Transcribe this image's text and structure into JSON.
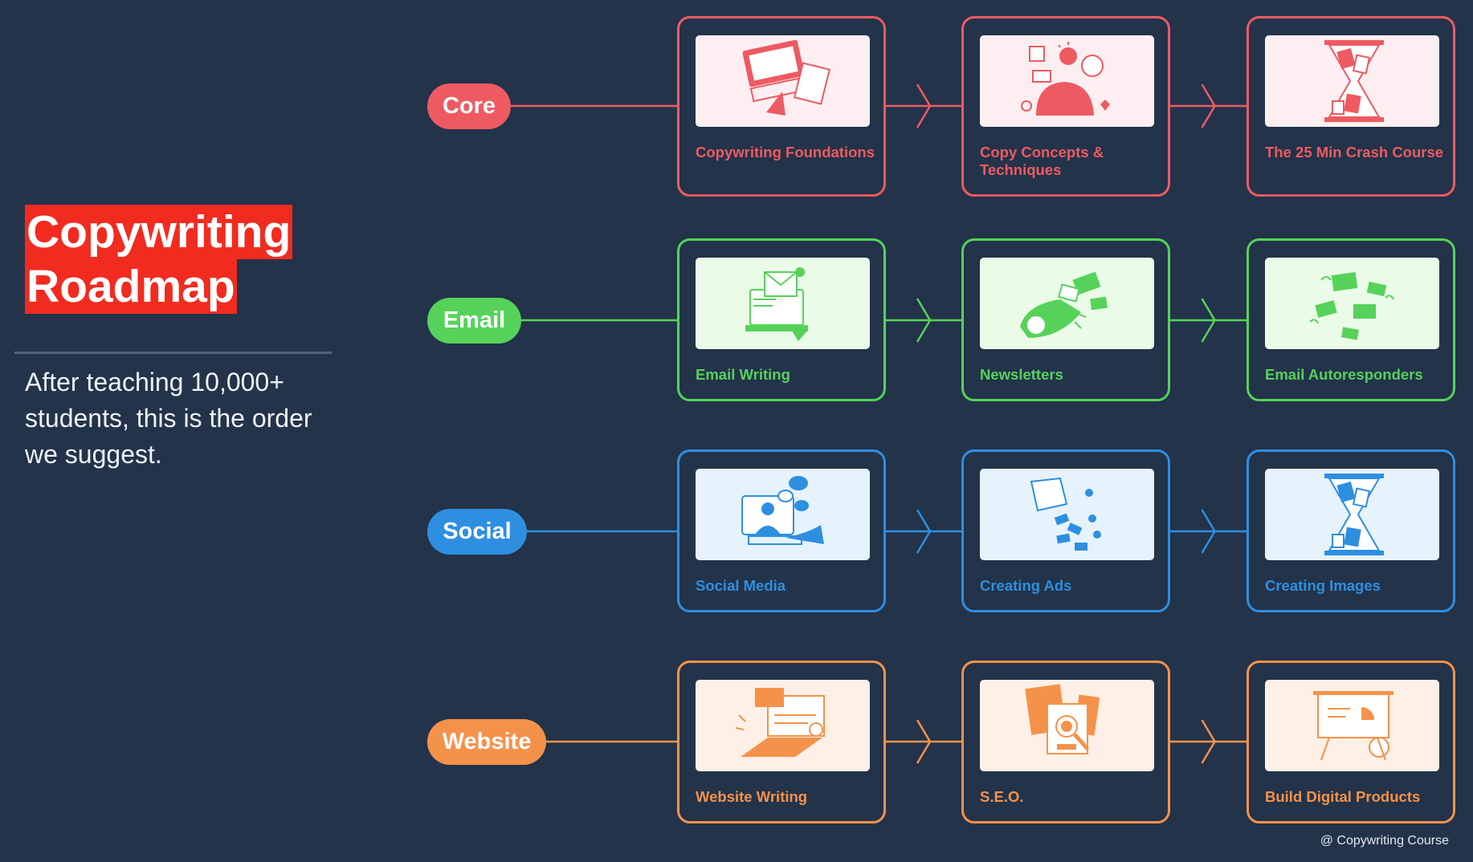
{
  "title": {
    "line1": "Copywriting",
    "line2": "Roadmap"
  },
  "subtitle": "After teaching 10,000+ students, this is the order we suggest.",
  "credit": "@ Copywriting Course",
  "tracks": [
    {
      "name": "Core",
      "color": "#ee5a62",
      "tint": "#fdeff1",
      "steps": [
        {
          "label": "Copywriting Foundations",
          "icon": "laptop-writing-icon"
        },
        {
          "label": "Copy Concepts & Techniques",
          "icon": "brain-ideas-icon"
        },
        {
          "label": "The 25 Min Crash Course",
          "icon": "hourglass-icon"
        }
      ]
    },
    {
      "name": "Email",
      "color": "#56d25a",
      "tint": "#eafbe8",
      "steps": [
        {
          "label": "Email Writing",
          "icon": "laptop-envelope-icon"
        },
        {
          "label": "Newsletters",
          "icon": "envelope-cannon-icon"
        },
        {
          "label": "Email Autoresponders",
          "icon": "flying-envelopes-icon"
        }
      ]
    },
    {
      "name": "Social",
      "color": "#2e8fe0",
      "tint": "#e6f3fd",
      "steps": [
        {
          "label": "Social Media",
          "icon": "video-chat-icon"
        },
        {
          "label": "Creating Ads",
          "icon": "money-bag-icon"
        },
        {
          "label": "Creating Images",
          "icon": "hourglass-icon"
        }
      ]
    },
    {
      "name": "Website",
      "color": "#f5924a",
      "tint": "#fef0e6",
      "steps": [
        {
          "label": "Website Writing",
          "icon": "laptop-web-icon"
        },
        {
          "label": "S.E.O.",
          "icon": "magnifier-icon"
        },
        {
          "label": "Build Digital Products",
          "icon": "presentation-board-icon"
        }
      ]
    }
  ]
}
